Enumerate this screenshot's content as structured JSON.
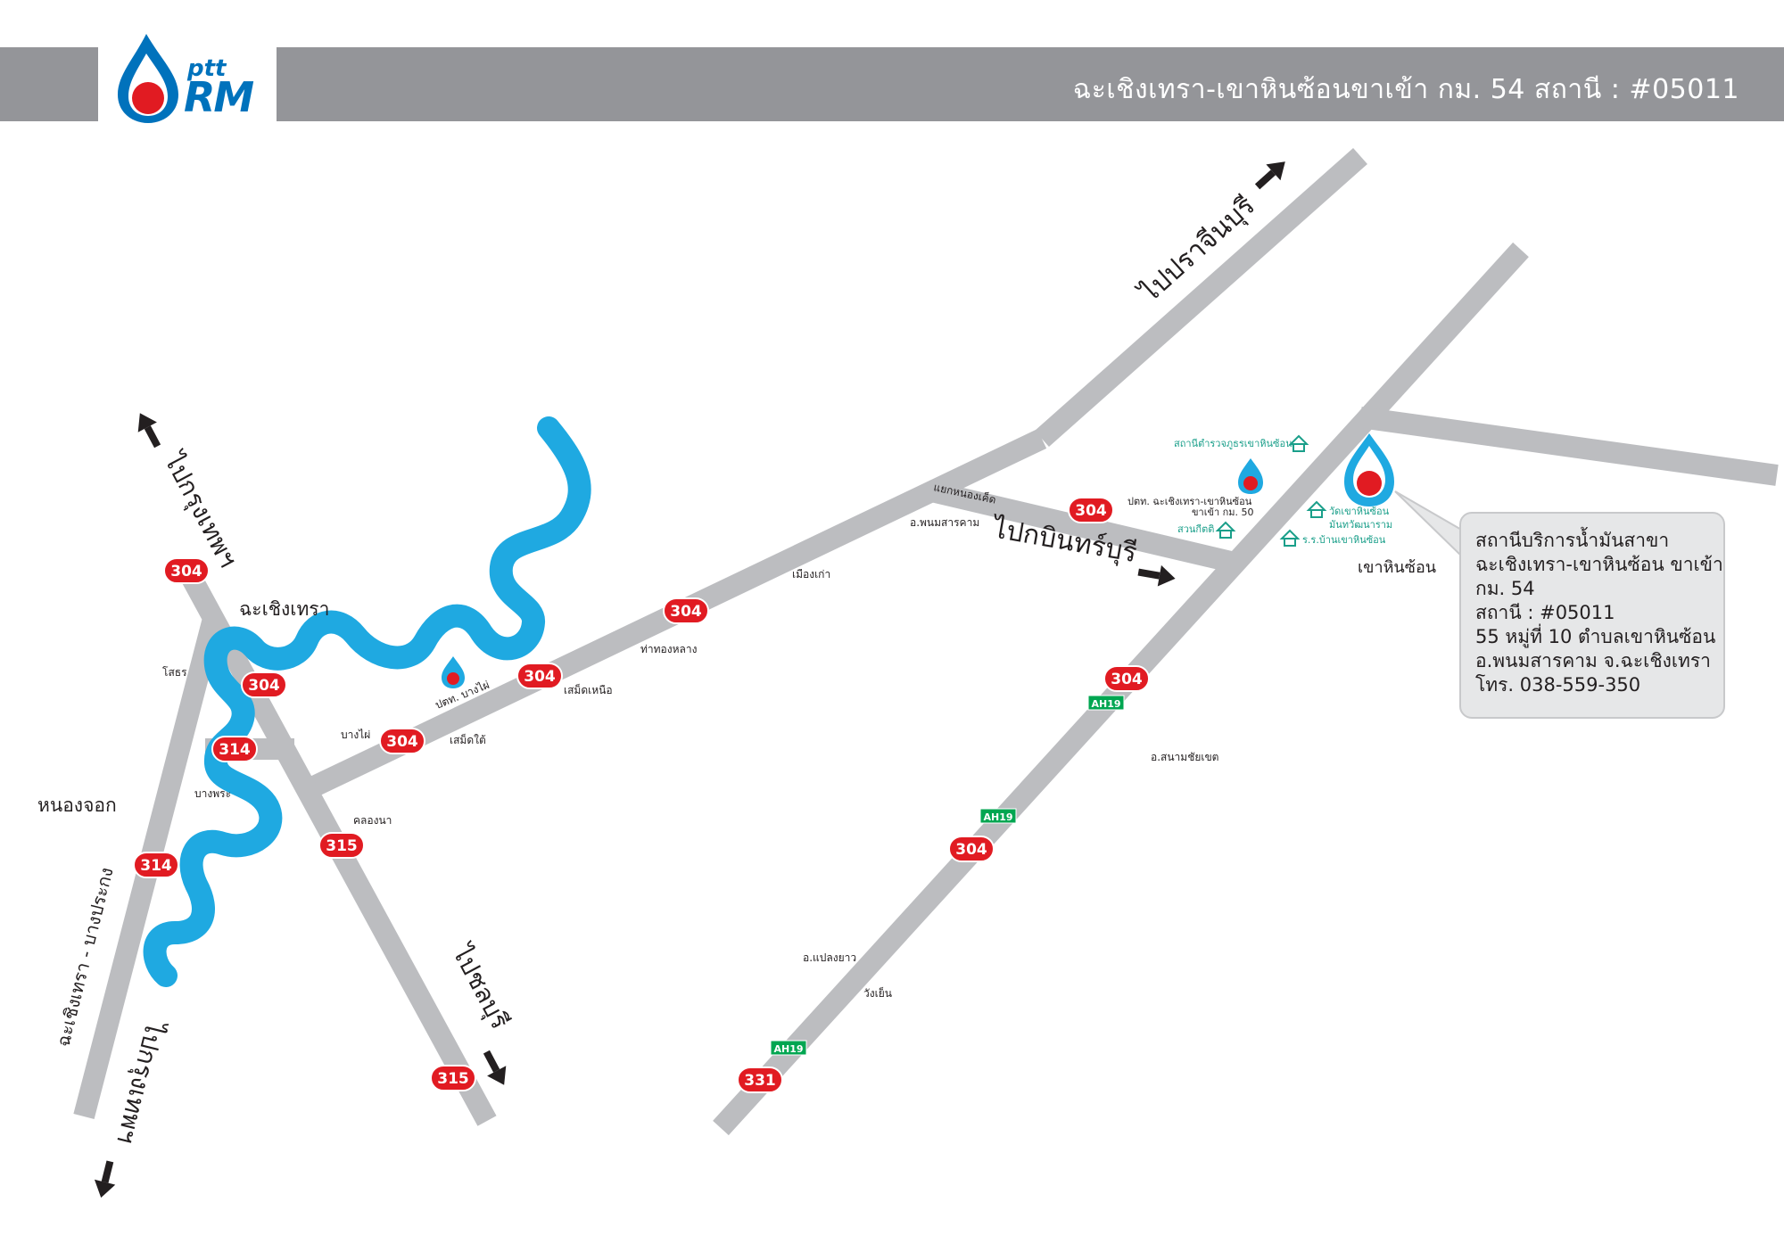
{
  "header": {
    "title": "ฉะเชิงเทรา-เขาหินซ้อนขาเข้า กม. 54 สถานี : #05011",
    "brand_small": "ptt",
    "brand_large": "RM"
  },
  "colors": {
    "header_gray": "#949599",
    "road_gray": "#bcbdc0",
    "river_blue": "#1fa9e1",
    "route_badge_red": "#e11b22",
    "asian_highway_green": "#00a651",
    "landmark_teal": "#1a9f8a",
    "brand_blue": "#0072bc"
  },
  "directions": {
    "to_prachinburi": "ไปปราจีนบุรี",
    "to_bangkok_north": "ไปกรุงเทพฯ",
    "to_bangkok_south": "ไปกรุงเทพฯ",
    "to_kabinburi": "ไปกบินทร์บุรี",
    "to_chonburi": "ไปชลบุรี"
  },
  "places": {
    "chachoengsao": "ฉะเชิงเทรา",
    "nong_chok": "หนองจอก",
    "khao_hin_son": "เขาหินซ้อน",
    "sothon": "โสธร",
    "bang_phai": "บางไผ่",
    "bang_phra": "บางพระ",
    "khlong_na": "คลองนา",
    "samet_nuea": "เสม็ดเหนือ",
    "samet_tai": "เสม็ดใต้",
    "tha_thong_lang": "ท่าทองหลาง",
    "mueang_kao": "เมืองเก่า",
    "yaek_nong_kheat": "แยกหนองเค็ด",
    "amphoe_phanom_sarakham": "อ.พนมสารคาม",
    "amphoe_sanam_chai_khet": "อ.สนามชัยเขต",
    "amphoe_plaeng_yao": "อ.แปลงยาว",
    "wang_yen": "วังเย็น",
    "cha_bang_prakong_road": "ฉะเชิงเทรา - บางประกง"
  },
  "landmarks": {
    "police": "สถานีตำรวจภูธรเขาหินซ้อน",
    "park": "สวนกีตติ",
    "temple_line1": "วัดเขาหินซ้อน",
    "temple_line2": "มันทวัฒนาราม",
    "school": "ร.ร.บ้านเขาหินซ้อน"
  },
  "stations": {
    "bang_phai_label": "ปตท. บางไผ่",
    "km50_line1": "ปตท. ฉะเชิงเทรา-เขาหินซ้อน",
    "km50_line2": "ขาเข้า กม. 50"
  },
  "route_badges": {
    "r304_nw": "304",
    "r304_chacho": "304",
    "r314_chacho": "314",
    "r314_west": "314",
    "r315_north": "315",
    "r315_south": "315",
    "r304_bangphai": "304",
    "r304_samet": "304",
    "r304_mid": "304",
    "r304_kheat": "304",
    "r304_ah_upper": "304",
    "r304_ah_lower": "304",
    "r331": "331"
  },
  "asian_highway": {
    "upper": "AH19",
    "middle": "AH19",
    "lower": "AH19"
  },
  "info_box": {
    "line1": "สถานีบริการน้ำมันสาขา",
    "line2": "ฉะเชิงเทรา-เขาหินซ้อน ขาเข้า",
    "line3": "กม. 54",
    "line4": "สถานี : #05011",
    "line5": "55 หมู่ที่ 10 ตำบลเขาหินซ้อน",
    "line6": "อ.พนมสารคาม จ.ฉะเชิงเทรา",
    "line7": "โทร. 038-559-350"
  }
}
